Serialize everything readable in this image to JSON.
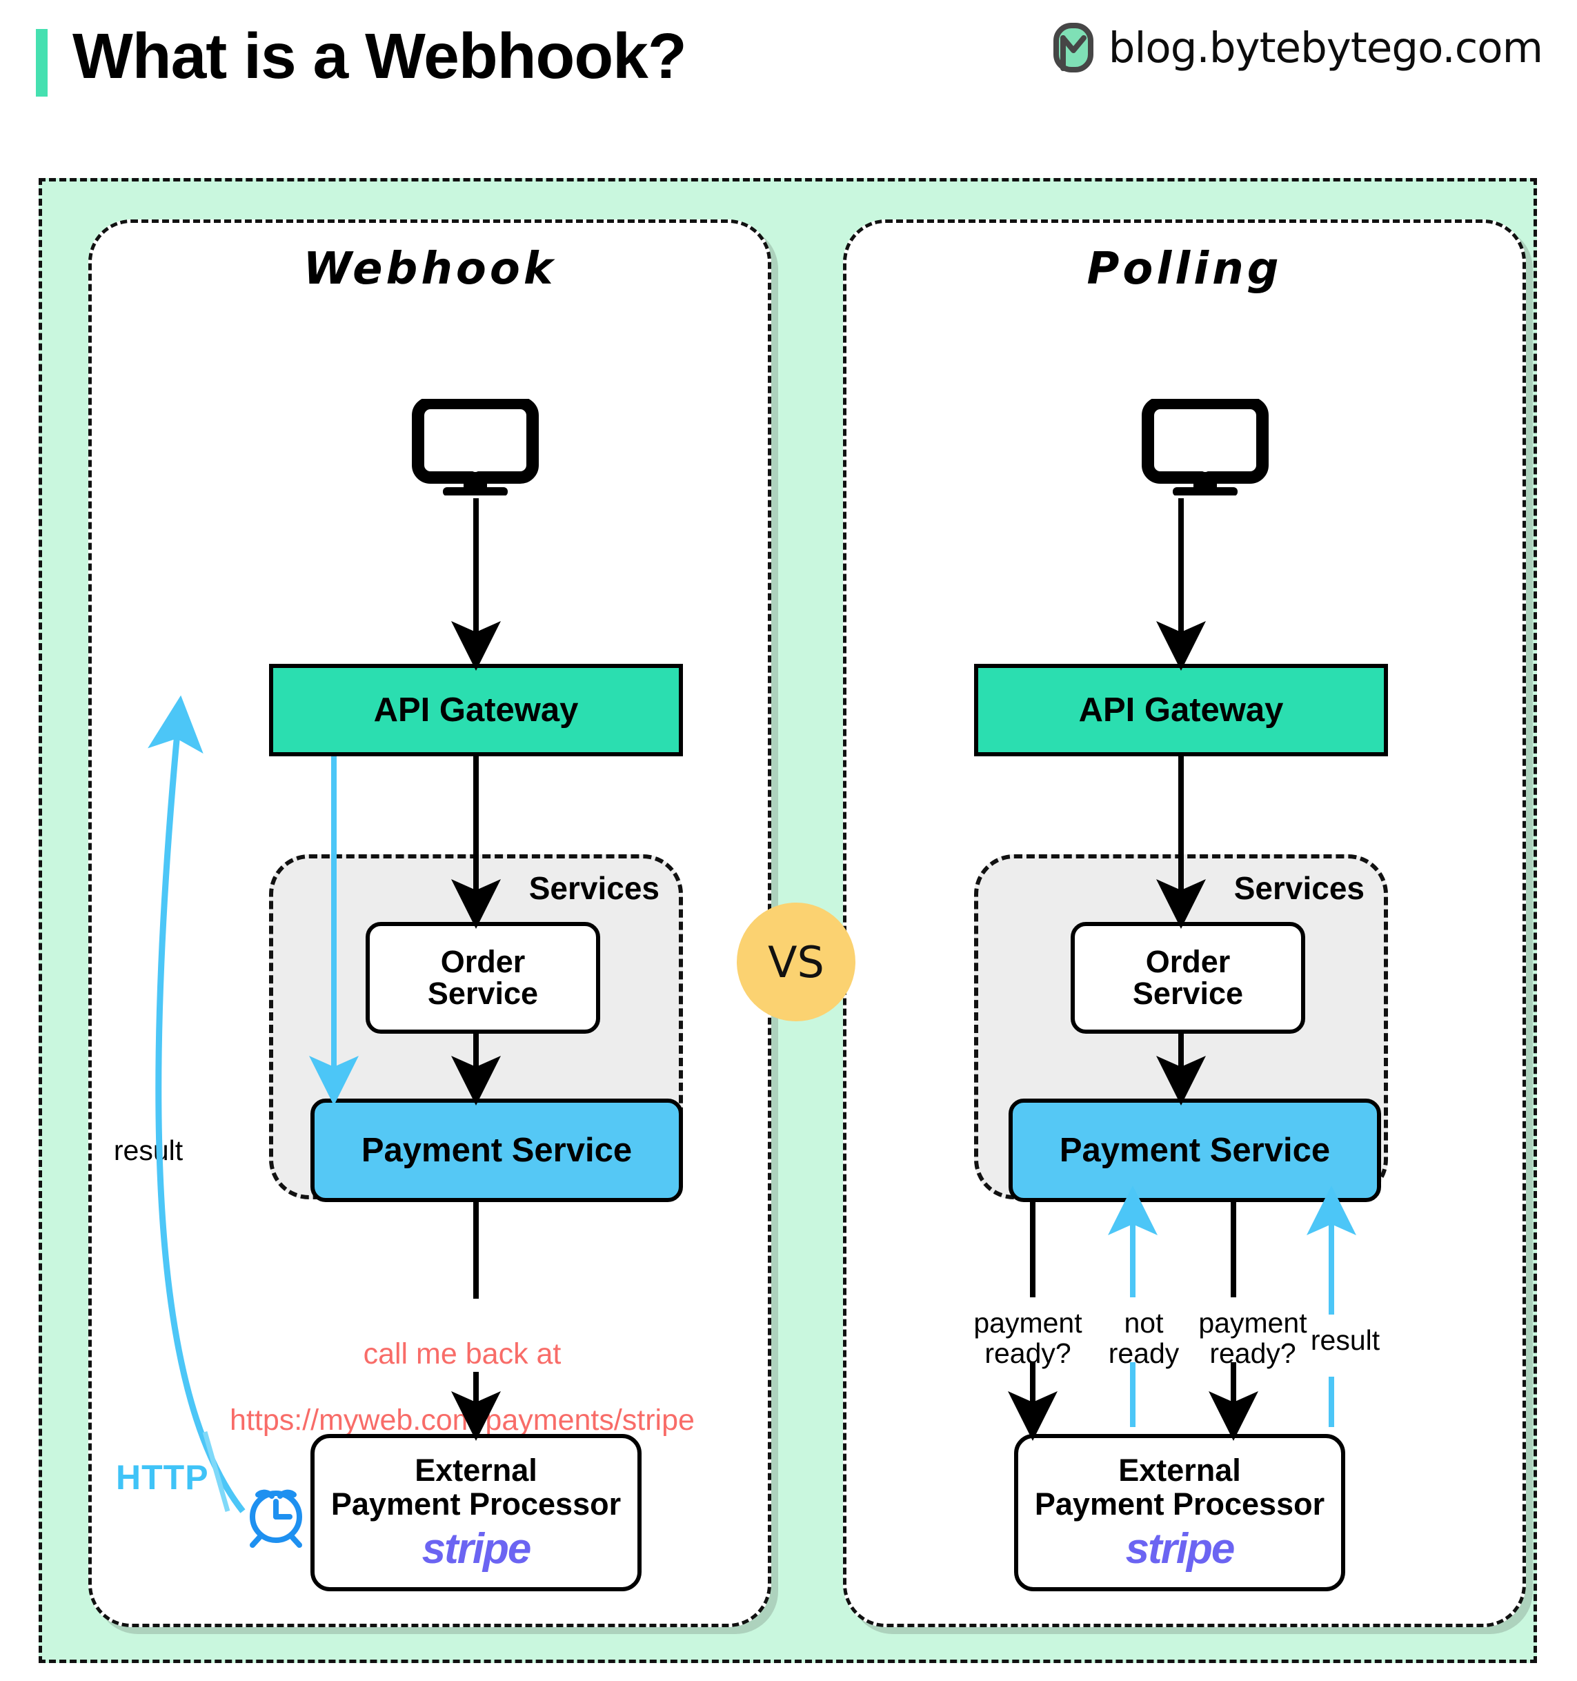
{
  "header": {
    "title": "What is a Webhook?",
    "brand_text": "blog.bytebytego.com",
    "accent_color": "#45e0b0"
  },
  "vs_badge": {
    "label": "VS",
    "color": "#fbd271"
  },
  "colors": {
    "outer_background": "#c9f7de",
    "gateway": "#2bdeb0",
    "payment_service": "#55c8f5",
    "services_container": "#ededed",
    "blue_arrow": "#4cc6f7",
    "red_callout": "#f86c68",
    "stripe_purple": "#6b64f2"
  },
  "panels": [
    {
      "id": "webhook",
      "title": "Webhook",
      "client_icon": "monitor-icon",
      "gateway": {
        "label": "API Gateway"
      },
      "services": {
        "label": "Services",
        "order_service": {
          "line1": "Order",
          "line2": "Service"
        },
        "payment_service": {
          "label": "Payment Service"
        }
      },
      "callout": {
        "line1": "call me back at",
        "line2": "https://myweb.com/payments/stripe"
      },
      "external": {
        "line1": "External",
        "line2": "Payment Processor",
        "logo": "stripe"
      },
      "annotations": {
        "result_label": "result",
        "http_label": "HTTP",
        "clock_icon": "alarm-clock-icon"
      }
    },
    {
      "id": "polling",
      "title": "Polling",
      "client_icon": "monitor-icon",
      "gateway": {
        "label": "API Gateway"
      },
      "services": {
        "label": "Services",
        "order_service": {
          "line1": "Order",
          "line2": "Service"
        },
        "payment_service": {
          "label": "Payment Service"
        }
      },
      "external": {
        "line1": "External",
        "line2": "Payment Processor",
        "logo": "stripe"
      },
      "poll_labels": [
        {
          "text": "payment\nready?",
          "direction": "down"
        },
        {
          "text": "not\nready",
          "direction": "up"
        },
        {
          "text": "payment\nready?",
          "direction": "down"
        },
        {
          "text": "result",
          "direction": "up"
        }
      ]
    }
  ]
}
